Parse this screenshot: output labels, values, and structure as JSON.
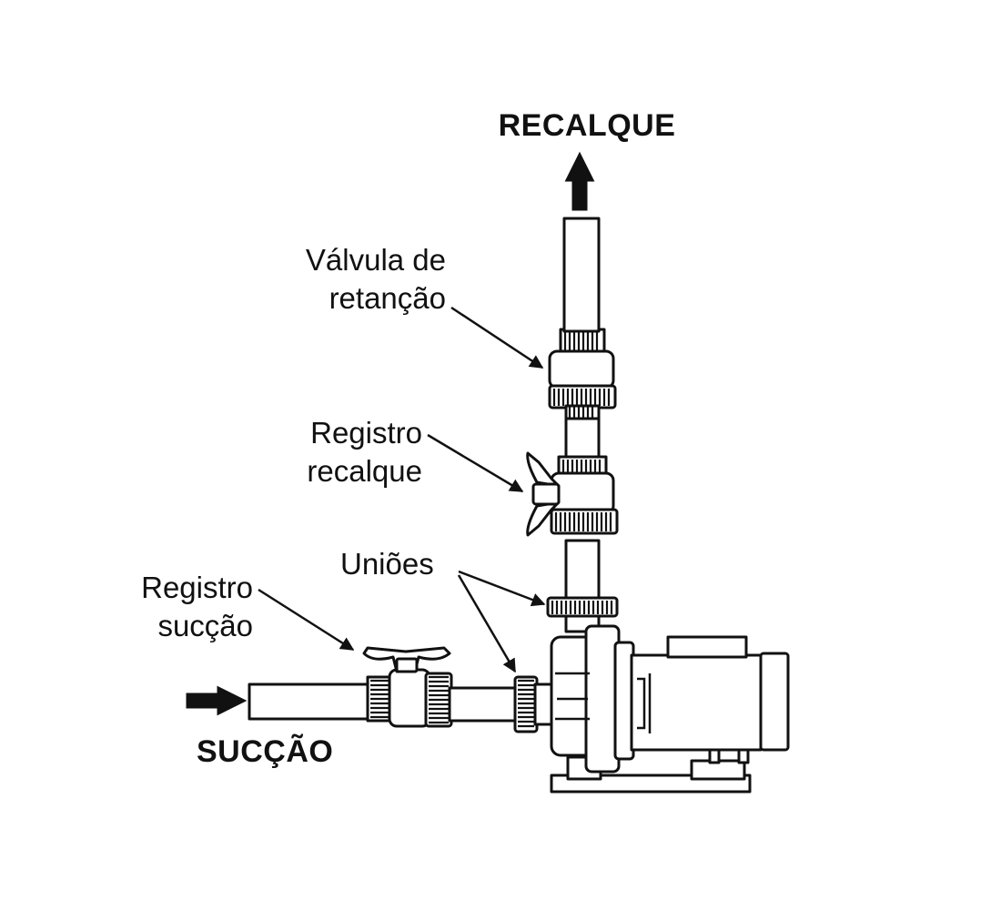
{
  "labels": {
    "discharge": "RECALQUE",
    "suction": "SUCÇÃO",
    "check_valve_line1": "Válvula de",
    "check_valve_line2": "retanção",
    "discharge_register_line1": "Registro",
    "discharge_register_line2": "recalque",
    "unions": "Uniões",
    "suction_register_line1": "Registro",
    "suction_register_line2": "sucção"
  },
  "colors": {
    "ink": "#111111",
    "background": "#ffffff"
  }
}
